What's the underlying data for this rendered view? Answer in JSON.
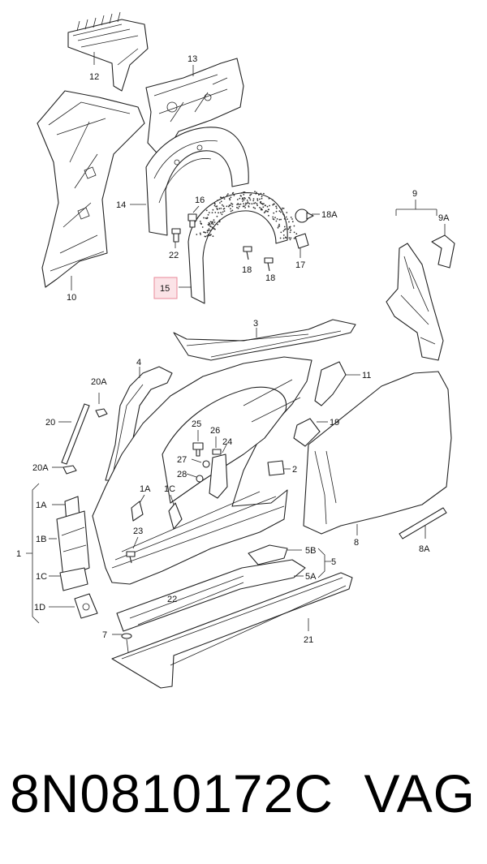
{
  "callouts": {
    "c12": "12",
    "c13": "13",
    "c14": "14",
    "c16": "16",
    "c18A": "18A",
    "c22a": "22",
    "c18": "18",
    "c17": "17",
    "c15": "15",
    "c10": "10",
    "c9": "9",
    "c9A": "9A",
    "c3": "3",
    "c4": "4",
    "c11": "11",
    "c20A_top": "20A",
    "c20": "20",
    "c20A_bot": "20A",
    "c25": "25",
    "c26": "26",
    "c24": "24",
    "c19": "19",
    "c27": "27",
    "c2": "2",
    "c28": "28",
    "c1A_right": "1A",
    "c1C_right": "1C",
    "c1A": "1A",
    "c1": "1",
    "c1B": "1B",
    "c1C": "1C",
    "c1D": "1D",
    "c23": "23",
    "c22b": "22",
    "c5B": "5B",
    "c5": "5",
    "c5A": "5A",
    "c7": "7",
    "c21": "21",
    "c8": "8",
    "c8A": "8A"
  },
  "highlight": {
    "label": "15",
    "color": "#e88a9a",
    "fill": "#fbe3e7"
  },
  "footer": {
    "part_number": "8N0810172C",
    "brand": "VAG"
  }
}
